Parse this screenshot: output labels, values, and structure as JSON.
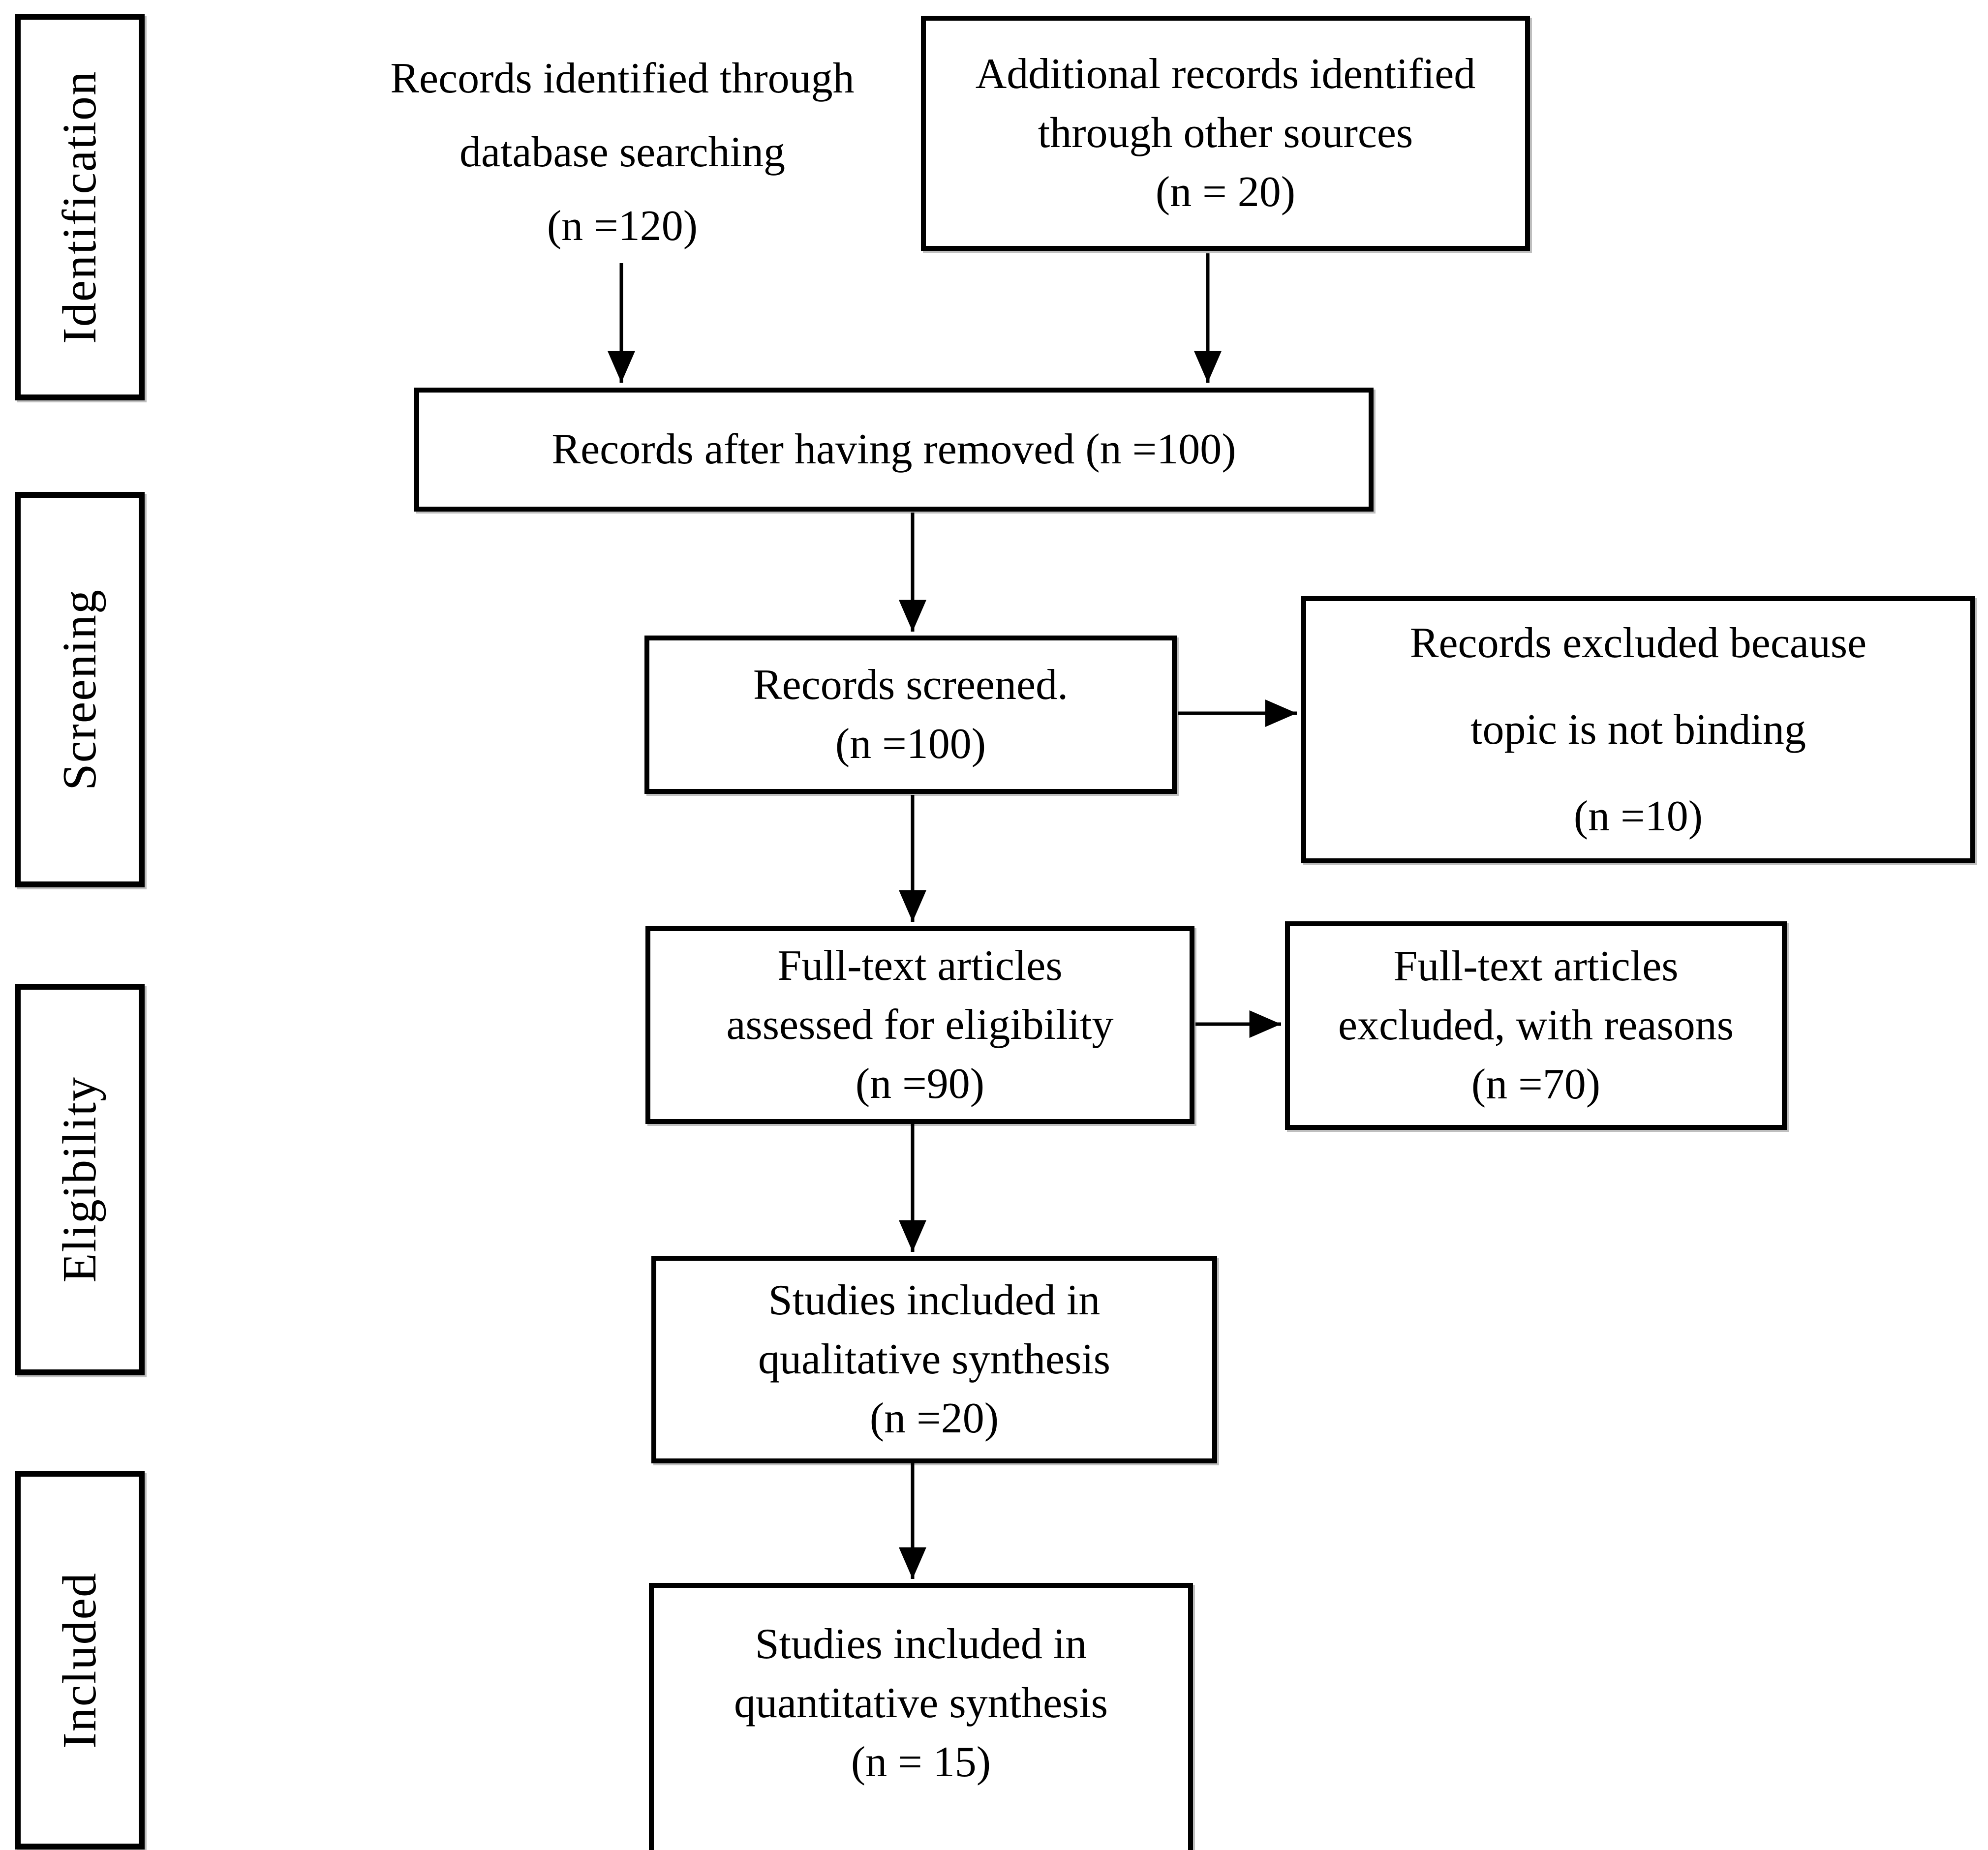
{
  "stages": [
    {
      "label": "Identification"
    },
    {
      "label": "Screening"
    },
    {
      "label": "Eligibility"
    },
    {
      "label": "Included"
    }
  ],
  "nodes": {
    "identified": {
      "lines": [
        "Records identified through",
        "database searching",
        "(n =120)"
      ]
    },
    "additional": {
      "lines": [
        "Additional records identified",
        "through other sources",
        "(n = 20)"
      ]
    },
    "after_removed": {
      "lines": [
        "Records after having removed (n =100)"
      ]
    },
    "screened": {
      "lines": [
        "Records screened.",
        "(n =100)"
      ]
    },
    "excluded": {
      "lines": [
        "Records excluded because",
        "topic is not binding",
        "(n =10)"
      ]
    },
    "fulltext": {
      "lines": [
        "Full-text articles",
        "assessed for eligibility",
        "(n =90)"
      ]
    },
    "fulltext_excluded": {
      "lines": [
        "Full-text articles",
        "excluded, with reasons",
        "(n =70)"
      ]
    },
    "qualitative": {
      "lines": [
        "Studies included in",
        "qualitative synthesis",
        "(n =20)"
      ]
    },
    "quantitative": {
      "lines": [
        "Studies included in",
        "quantitative synthesis",
        "(n = 15)"
      ]
    }
  },
  "colors": {
    "ink": "#000000",
    "paper": "#ffffff"
  }
}
